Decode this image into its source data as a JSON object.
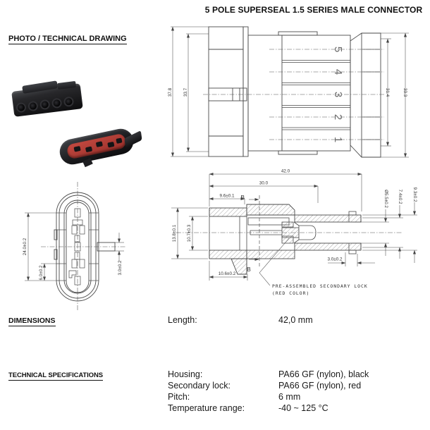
{
  "title": "5 POLE SUPERSEAL 1.5 SERIES MALE CONNECTOR",
  "photo_section": {
    "heading": "PHOTO / TECHNICAL DRAWING"
  },
  "dimensions_section": {
    "heading": "DIMENSIONS",
    "length_label": "Length:",
    "length_value": "42,0 mm"
  },
  "specs_section": {
    "heading": "TECHNICAL SPECIFICATIONS",
    "rows": [
      {
        "label": "Housing:",
        "value": "PA66 GF (nylon), black"
      },
      {
        "label": "Secondary lock:",
        "value": "PA66 GF (nylon), red"
      },
      {
        "label": "Pitch:",
        "value": "6 mm"
      },
      {
        "label": "Temperature range:",
        "value": "-40 ~ 125 °C"
      }
    ]
  },
  "front_view": {
    "dim_left_outer": "37.8",
    "dim_left_inner": "33.7",
    "dim_right_inner": "31.4",
    "dim_right_outer": "33.3",
    "pins": [
      "5",
      "4",
      "3",
      "2",
      "1"
    ]
  },
  "section_view": {
    "dim_overall": "42.0",
    "dim_body": "30.0",
    "dim_rear": "9.6±0.1",
    "dim_left_outer": "13.8±0.1",
    "dim_left_inner": "10.7±0.3",
    "dim_bottom_rear": "10.6±0.2",
    "dim_tip": "3.0±0.2",
    "dim_bore": "Ø5.5±0.2",
    "dim_seal": "7.4±0.2",
    "dim_outer": "9.3±0.2",
    "section_mark": "B",
    "callout_line1": "PRE-ASSEMBLED SECONDARY LOCK",
    "callout_line2": "(RED COLOR)"
  },
  "face_view": {
    "dim_span": "24.0±0.2",
    "dim_pitch": "6.0±0.2",
    "dim_tab": "3.0±0.2"
  }
}
